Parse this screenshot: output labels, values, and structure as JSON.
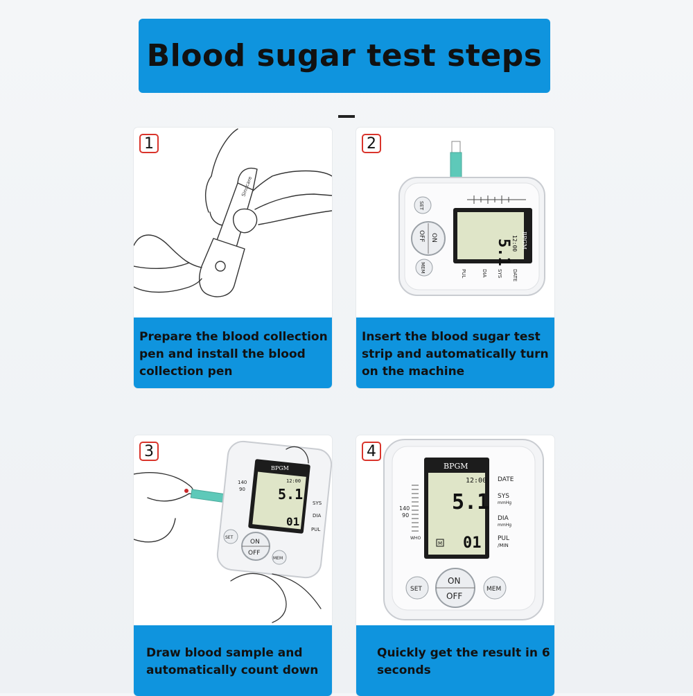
{
  "banner": {
    "title": "Blood sugar test steps"
  },
  "steps": [
    {
      "number": "1",
      "caption": "Prepare the blood collection pen and install the blood collection pen"
    },
    {
      "number": "2",
      "caption": "Insert the blood sugar test strip and automatically turn on the machine"
    },
    {
      "number": "3",
      "caption": "Draw blood sample and automatically count down"
    },
    {
      "number": "4",
      "caption": "Quickly get the result in 6 seconds"
    }
  ],
  "device": {
    "brand": "BPGM",
    "time": "12:00",
    "reading": "5.1",
    "count": "01",
    "mem_indicator": "M",
    "labels": {
      "date": "DATE",
      "sys": "SYS",
      "dia": "DIA",
      "pul": "PUL",
      "mmhg": "mmHg",
      "min": "/MIN"
    },
    "scale": {
      "high": "140",
      "low": "90",
      "who": "WHO"
    },
    "buttons": {
      "on": "ON",
      "off": "OFF",
      "set": "SET",
      "mem": "MEM"
    }
  },
  "pen_brand": "Sinocare",
  "colors": {
    "accent": "#0f94de",
    "badge_border": "#d9342b",
    "strip": "#5ec9b9"
  }
}
